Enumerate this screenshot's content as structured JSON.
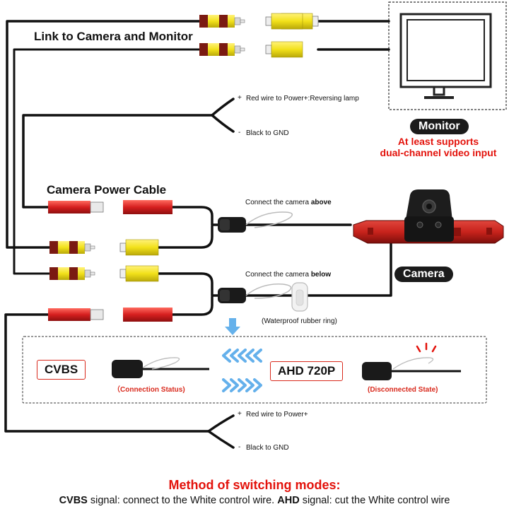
{
  "labels": {
    "link_title": "Link to Camera and Monitor",
    "power_cable": "Camera Power Cable",
    "red_wire_reverse": "Red wire to Power+:Reversing lamp",
    "black_gnd_1": "Black to GND",
    "red_wire_power": "Red wire to Power+",
    "black_gnd_2": "Black to GND",
    "connect_above_prefix": "Connect the camera ",
    "connect_above_bold": "above",
    "connect_below_prefix": "Connect the camera ",
    "connect_below_bold": "below",
    "rubber_ring": "(Waterproof rubber ring)",
    "plus": "+",
    "minus": "-"
  },
  "monitor": {
    "badge": "Monitor",
    "note_line1": "At least supports",
    "note_line2": "dual-channel video input"
  },
  "camera": {
    "badge": "Camera"
  },
  "modes": {
    "cvbs": "CVBS",
    "ahd": "AHD 720P",
    "connection_status": "（Connection Status)",
    "disconnected_state": "(Disconnected State)"
  },
  "method": {
    "title": "Method of switching modes:",
    "cvbs_word": "CVBS",
    "cvbs_text": " signal: connect to the White control wire. ",
    "ahd_word": "AHD",
    "ahd_text": " signal: cut the White control wire"
  },
  "colors": {
    "rca_yellow": "#f2e11a",
    "rca_band": "#7a1a12",
    "power_red": "#d61f1f",
    "accent_red": "#e3120b",
    "arrow_blue": "#4aa3e8",
    "taillight_red": "#c8231c"
  },
  "icons": [
    "monitor-icon",
    "camera-icon",
    "rca-plug-icon",
    "power-plug-icon",
    "arrow-down-icon",
    "chevrons-left-icon",
    "chevrons-right-icon",
    "connector-icon",
    "rubber-ring-icon",
    "spark-icon"
  ]
}
